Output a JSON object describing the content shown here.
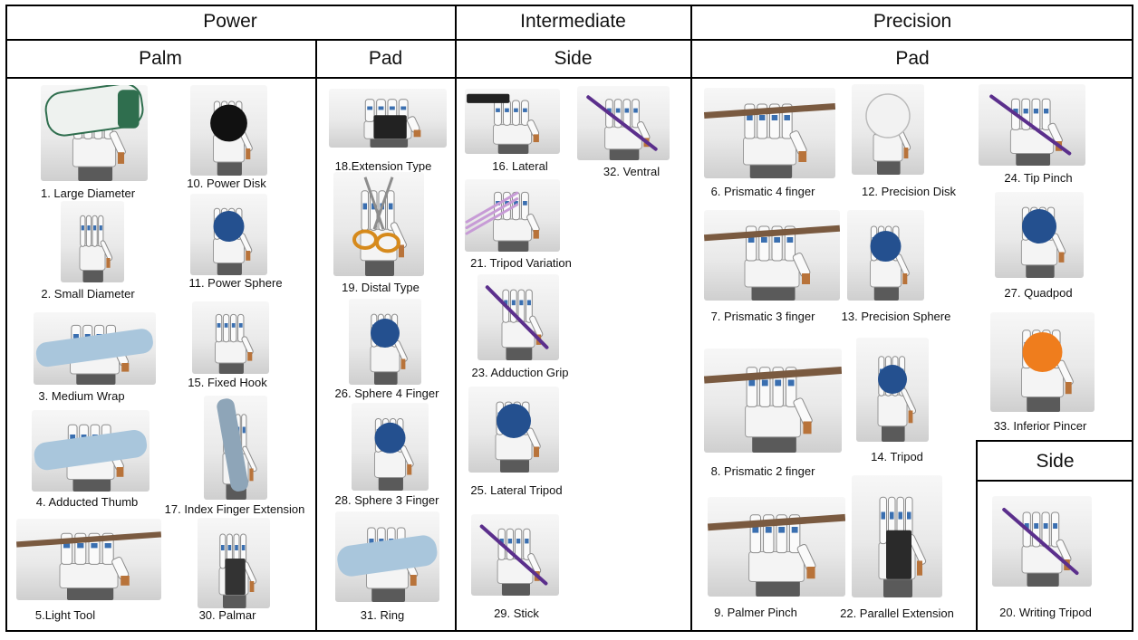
{
  "headers": {
    "power": "Power",
    "intermediate": "Intermediate",
    "precision": "Precision",
    "palm": "Palm",
    "pad_power": "Pad",
    "side_intermediate": "Side",
    "pad_precision": "Pad",
    "side_precision": "Side"
  },
  "grasps": [
    {
      "id": "g1",
      "label": "1. Large Diameter",
      "object": "cylinder-can",
      "color": "#2f6e4e"
    },
    {
      "id": "g10",
      "label": "10. Power Disk",
      "object": "disk",
      "color": "#111111"
    },
    {
      "id": "g2",
      "label": "2. Small Diameter",
      "object": "none",
      "color": "#cccccc"
    },
    {
      "id": "g11",
      "label": "11. Power Sphere",
      "object": "sphere",
      "color": "#24508f"
    },
    {
      "id": "g3",
      "label": "3. Medium Wrap",
      "object": "tube",
      "color": "#a9c6dc"
    },
    {
      "id": "g15",
      "label": "15. Fixed Hook",
      "object": "none",
      "color": "#cccccc"
    },
    {
      "id": "g4",
      "label": "4. Adducted Thumb",
      "object": "tube",
      "color": "#a9c6dc"
    },
    {
      "id": "g17",
      "label": "17. Index Finger Extension",
      "object": "vertical-tube",
      "color": "#8ea5b8"
    },
    {
      "id": "g5",
      "label": "5.Light Tool",
      "object": "stick",
      "color": "#7a5a40"
    },
    {
      "id": "g30",
      "label": "30. Palmar",
      "object": "box",
      "color": "#333333"
    },
    {
      "id": "g18",
      "label": "18.Extension Type",
      "object": "box",
      "color": "#222222"
    },
    {
      "id": "g19",
      "label": "19. Distal Type",
      "object": "scissors",
      "color": "#d68a1c"
    },
    {
      "id": "g26",
      "label": "26. Sphere 4 Finger",
      "object": "sphere",
      "color": "#24508f"
    },
    {
      "id": "g28",
      "label": "28. Sphere 3 Finger",
      "object": "sphere",
      "color": "#24508f"
    },
    {
      "id": "g31",
      "label": "31. Ring",
      "object": "tube",
      "color": "#a9c6dc"
    },
    {
      "id": "g16",
      "label": "16. Lateral",
      "object": "card",
      "color": "#222222"
    },
    {
      "id": "g32",
      "label": "32. Ventral",
      "object": "pen",
      "color": "#5b2f8c"
    },
    {
      "id": "g21",
      "label": "21. Tripod Variation",
      "object": "pens",
      "color": "#c79bd6"
    },
    {
      "id": "g23",
      "label": "23. Adduction Grip",
      "object": "pen",
      "color": "#5b2f8c"
    },
    {
      "id": "g25",
      "label": "25. Lateral Tripod",
      "object": "sphere",
      "color": "#24508f"
    },
    {
      "id": "g29",
      "label": "29. Stick",
      "object": "pen",
      "color": "#5b2f8c"
    },
    {
      "id": "g6",
      "label": "6. Prismatic 4 finger",
      "object": "stick",
      "color": "#7a5a40"
    },
    {
      "id": "g12",
      "label": "12. Precision Disk",
      "object": "lid",
      "color": "#f2f2f2"
    },
    {
      "id": "g24",
      "label": "24. Tip Pinch",
      "object": "pen",
      "color": "#5b2f8c"
    },
    {
      "id": "g7",
      "label": "7. Prismatic 3 finger",
      "object": "stick",
      "color": "#7a5a40"
    },
    {
      "id": "g13",
      "label": "13. Precision Sphere",
      "object": "sphere",
      "color": "#24508f"
    },
    {
      "id": "g27",
      "label": "27. Quadpod",
      "object": "sphere",
      "color": "#24508f"
    },
    {
      "id": "g8",
      "label": "8. Prismatic 2 finger",
      "object": "stick",
      "color": "#7a5a40"
    },
    {
      "id": "g14",
      "label": "14. Tripod",
      "object": "sphere",
      "color": "#24508f"
    },
    {
      "id": "g33",
      "label": "33. Inferior Pincer",
      "object": "sphere",
      "color": "#ef7d1d"
    },
    {
      "id": "g9",
      "label": "9. Palmer Pinch",
      "object": "stick",
      "color": "#7a5a40"
    },
    {
      "id": "g22",
      "label": "22. Parallel Extension",
      "object": "box",
      "color": "#2a2a2a"
    },
    {
      "id": "g20",
      "label": "20. Writing Tripod",
      "object": "pen",
      "color": "#5b2f8c"
    }
  ]
}
